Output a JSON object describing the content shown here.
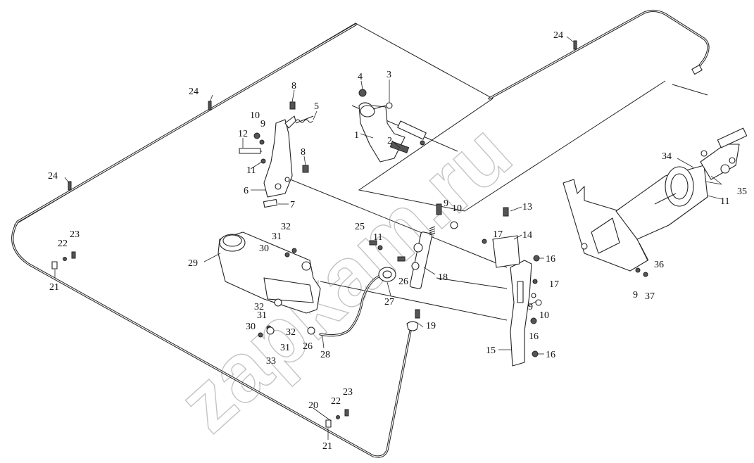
{
  "watermark": "zapkam.ru",
  "callouts": [
    {
      "id": "c1",
      "text": "1"
    },
    {
      "id": "c2",
      "text": "2"
    },
    {
      "id": "c3",
      "text": "3"
    },
    {
      "id": "c4",
      "text": "4"
    },
    {
      "id": "c5",
      "text": "5"
    },
    {
      "id": "c6",
      "text": "6"
    },
    {
      "id": "c7",
      "text": "7"
    },
    {
      "id": "c8a",
      "text": "8"
    },
    {
      "id": "c8b",
      "text": "8"
    },
    {
      "id": "c9a",
      "text": "9"
    },
    {
      "id": "c9b",
      "text": "9"
    },
    {
      "id": "c9c",
      "text": "9"
    },
    {
      "id": "c9d",
      "text": "9"
    },
    {
      "id": "c10a",
      "text": "10"
    },
    {
      "id": "c10b",
      "text": "10"
    },
    {
      "id": "c10c",
      "text": "10"
    },
    {
      "id": "c11a",
      "text": "11"
    },
    {
      "id": "c11b",
      "text": "11"
    },
    {
      "id": "c11c",
      "text": "11"
    },
    {
      "id": "c12",
      "text": "12"
    },
    {
      "id": "c13",
      "text": "13"
    },
    {
      "id": "c14",
      "text": "14"
    },
    {
      "id": "c15",
      "text": "15"
    },
    {
      "id": "c16a",
      "text": "16"
    },
    {
      "id": "c16b",
      "text": "16"
    },
    {
      "id": "c16c",
      "text": "16"
    },
    {
      "id": "c17a",
      "text": "17"
    },
    {
      "id": "c17b",
      "text": "17"
    },
    {
      "id": "c18",
      "text": "18"
    },
    {
      "id": "c19",
      "text": "19"
    },
    {
      "id": "c20",
      "text": "20"
    },
    {
      "id": "c21a",
      "text": "21"
    },
    {
      "id": "c21b",
      "text": "21"
    },
    {
      "id": "c22a",
      "text": "22"
    },
    {
      "id": "c22b",
      "text": "22"
    },
    {
      "id": "c23a",
      "text": "23"
    },
    {
      "id": "c23b",
      "text": "23"
    },
    {
      "id": "c24a",
      "text": "24"
    },
    {
      "id": "c24b",
      "text": "24"
    },
    {
      "id": "c24c",
      "text": "24"
    },
    {
      "id": "c25",
      "text": "25"
    },
    {
      "id": "c26a",
      "text": "26"
    },
    {
      "id": "c26b",
      "text": "26"
    },
    {
      "id": "c27",
      "text": "27"
    },
    {
      "id": "c28",
      "text": "28"
    },
    {
      "id": "c29",
      "text": "29"
    },
    {
      "id": "c30a",
      "text": "30"
    },
    {
      "id": "c30b",
      "text": "30"
    },
    {
      "id": "c31a",
      "text": "31"
    },
    {
      "id": "c31b",
      "text": "31"
    },
    {
      "id": "c31c",
      "text": "31"
    },
    {
      "id": "c32a",
      "text": "32"
    },
    {
      "id": "c32b",
      "text": "32"
    },
    {
      "id": "c32c",
      "text": "32"
    },
    {
      "id": "c33",
      "text": "33"
    },
    {
      "id": "c34",
      "text": "34"
    },
    {
      "id": "c35",
      "text": "35"
    },
    {
      "id": "c36",
      "text": "36"
    },
    {
      "id": "c37",
      "text": "37"
    }
  ]
}
